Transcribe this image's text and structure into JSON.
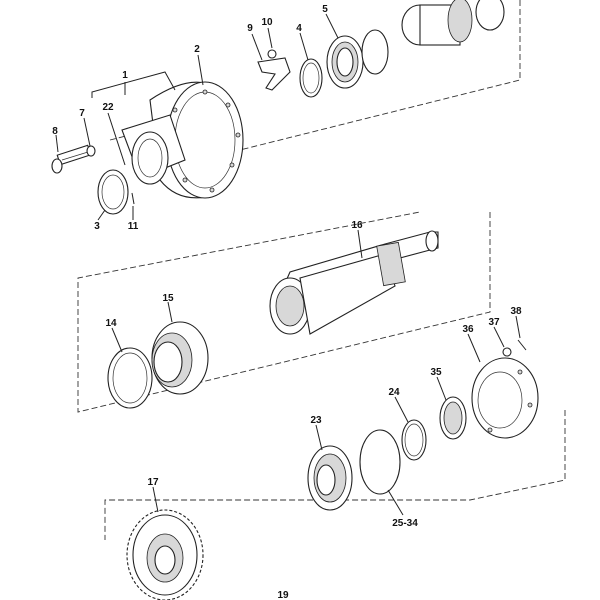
{
  "callouts": {
    "c1": "1",
    "c2": "2",
    "c3": "3",
    "c4": "4",
    "c5": "5",
    "c7": "7",
    "c8": "8",
    "c9": "9",
    "c10": "10",
    "c11": "11",
    "c14": "14",
    "c15": "15",
    "c16": "16",
    "c17": "17",
    "c19": "19",
    "c22": "22",
    "c23": "23",
    "c24": "24",
    "c25_34": "25-34",
    "c35": "35",
    "c36": "36",
    "c37": "37",
    "c38": "38"
  }
}
